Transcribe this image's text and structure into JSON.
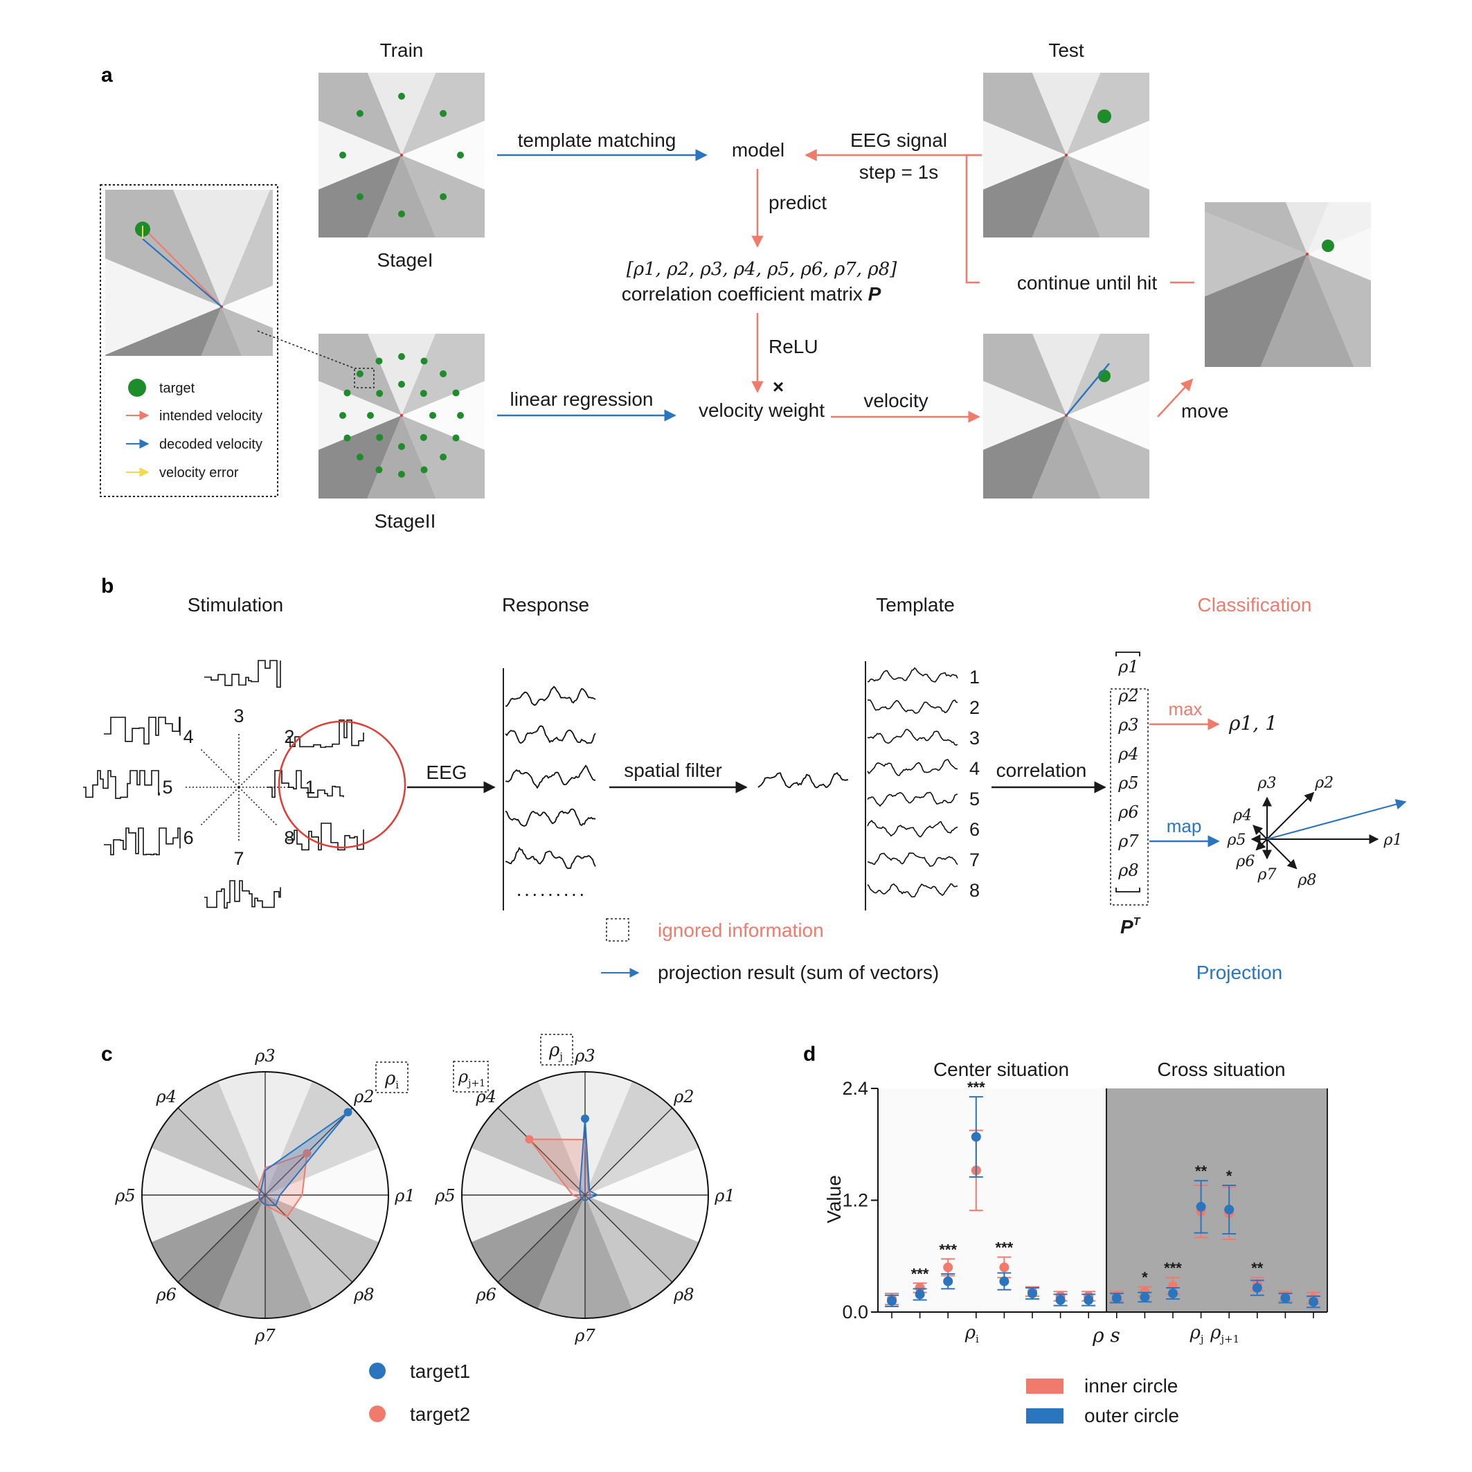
{
  "panel_labels": {
    "a": "a",
    "b": "b",
    "c": "c",
    "d": "d"
  },
  "colors": {
    "red": "#F07B6C",
    "blue": "#2A75BD",
    "green": "#1E8C2A",
    "yellow": "#F2D94E"
  },
  "panel_a": {
    "train": "Train",
    "test": "Test",
    "stage1": "StageI",
    "stage2": "StageII",
    "template_matching": "template matching",
    "model": "model",
    "eeg_signal": "EEG signal",
    "step": "step = 1s",
    "predict": "predict",
    "rho_vector": "[ρ1, ρ2, ρ3, ρ4, ρ5, ρ6, ρ7, ρ8]",
    "matrix_label": "correlation coefficient matrix",
    "matrix_symbol": "P",
    "continue": "continue until hit",
    "relu": "ReLU",
    "times": "×",
    "linear_regression": "linear regression",
    "velocity_weight": "velocity weight",
    "velocity": "velocity",
    "move": "move",
    "legend": {
      "target": "target",
      "intended": "intended velocity",
      "decoded": "decoded velocity",
      "error": "velocity error"
    }
  },
  "panel_b": {
    "stimulation": "Stimulation",
    "response": "Response",
    "template": "Template",
    "classification": "Classification",
    "projection": "Projection",
    "eeg": "EEG",
    "spatial_filter": "spatial filter",
    "correlation": "correlation",
    "max": "max",
    "max_result": "ρ1,  1",
    "map": "map",
    "pt": "P",
    "pt_sup": "T",
    "ignored": "ignored information",
    "projection_result": "projection result (sum of vectors)",
    "directions": [
      "1",
      "2",
      "3",
      "4",
      "5",
      "6",
      "7",
      "8"
    ],
    "template_numbers": [
      "1",
      "2",
      "3",
      "4",
      "5",
      "6",
      "7",
      "8"
    ],
    "dots": "·········",
    "rho": [
      "ρ1",
      "ρ2",
      "ρ3",
      "ρ4",
      "ρ5",
      "ρ6",
      "ρ7",
      "ρ8"
    ]
  },
  "panel_c": {
    "rho": [
      "ρ1",
      "ρ2",
      "ρ3",
      "ρ4",
      "ρ5",
      "ρ6",
      "ρ7",
      "ρ8"
    ],
    "box_left": "ρ",
    "box_left_sub": "i",
    "box_right_1": "ρ",
    "box_right_1_sub": "j",
    "box_right_2": "ρ",
    "box_right_2_sub": "j+1",
    "legend_target1": "target1",
    "legend_target2": "target2"
  },
  "chart_data": {
    "type": "scatter",
    "title_left": "Center situation",
    "title_right": "Cross situation",
    "ylabel": "Value",
    "xlabel": "ρ s",
    "ylim": [
      0,
      2.4
    ],
    "yticks": [
      "0.0",
      "1.2",
      "2.4"
    ],
    "xtick_labels": [
      {
        "pos": 3,
        "rho": "ρ",
        "sub": "i"
      },
      {
        "pos": 11,
        "rho": "ρ",
        "sub": "j"
      },
      {
        "pos": 12,
        "rho": "ρ",
        "sub": "j+1"
      }
    ],
    "series": [
      {
        "name": "inner circle",
        "color": "#F07B6C",
        "mean": [
          0.14,
          0.26,
          0.48,
          1.52,
          0.48,
          0.22,
          0.17,
          0.17,
          0.17,
          0.22,
          0.28,
          1.08,
          1.06,
          0.3,
          0.17,
          0.15
        ],
        "err": [
          0.06,
          0.05,
          0.09,
          0.43,
          0.11,
          0.05,
          0.05,
          0.05,
          0.05,
          0.05,
          0.09,
          0.28,
          0.28,
          0.07,
          0.05,
          0.06
        ]
      },
      {
        "name": "outer circle",
        "color": "#2A75BD",
        "mean": [
          0.12,
          0.19,
          0.33,
          1.88,
          0.33,
          0.2,
          0.13,
          0.13,
          0.15,
          0.16,
          0.2,
          1.13,
          1.1,
          0.26,
          0.15,
          0.11
        ],
        "err": [
          0.06,
          0.06,
          0.08,
          0.43,
          0.09,
          0.06,
          0.06,
          0.06,
          0.05,
          0.05,
          0.06,
          0.28,
          0.26,
          0.08,
          0.05,
          0.06
        ]
      }
    ],
    "significance": [
      "",
      "***",
      "***",
      "***",
      "***",
      "",
      "",
      "",
      "",
      "*",
      "***",
      "**",
      "*",
      "**",
      "",
      ""
    ],
    "legend": [
      "inner circle",
      "outer circle"
    ]
  }
}
